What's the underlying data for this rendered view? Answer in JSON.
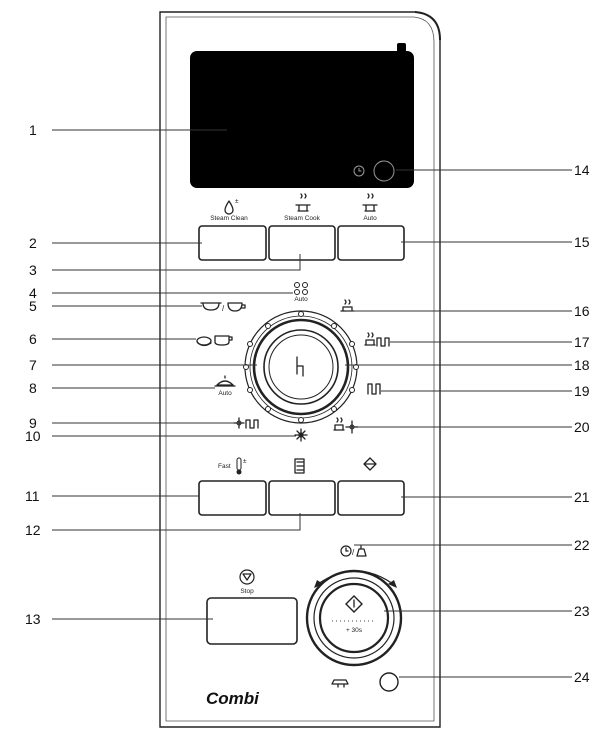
{
  "brand": "Combi",
  "button_labels": {
    "steam_clean": "Steam Clean",
    "steam_cook": "Steam Cook",
    "auto_top": "Auto",
    "auto_dial": "Auto",
    "auto_left": "Auto",
    "fast": "Fast",
    "stop": "Stop",
    "plus_30s": "+ 30s"
  },
  "callouts": [
    "1",
    "2",
    "3",
    "4",
    "5",
    "6",
    "7",
    "8",
    "9",
    "10",
    "11",
    "12",
    "13",
    "14",
    "15",
    "16",
    "17",
    "18",
    "19",
    "20",
    "21",
    "22",
    "23",
    "24"
  ]
}
